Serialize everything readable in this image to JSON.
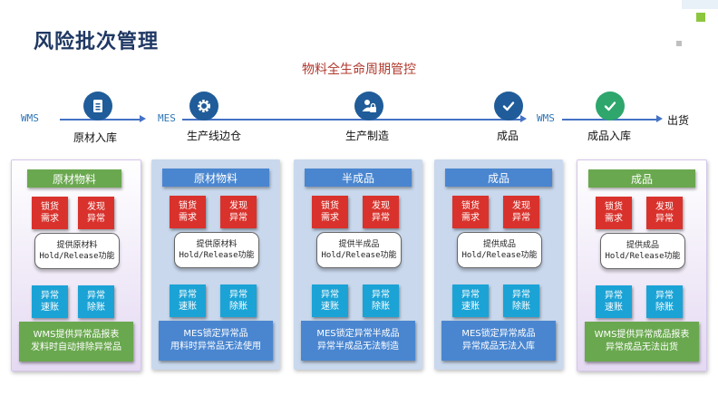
{
  "title": "风险批次管理",
  "subtitle": "物料全生命周期管控",
  "flow": {
    "systems": [
      "WMS",
      "MES",
      "WMS"
    ],
    "stages": [
      {
        "label": "原材入库",
        "icon": "document-icon",
        "color": "blue"
      },
      {
        "label": "生产线边仓",
        "icon": "gear-icon",
        "color": "blue"
      },
      {
        "label": "生产制造",
        "icon": "user-lock-icon",
        "color": "blue"
      },
      {
        "label": "成品",
        "icon": "check-icon",
        "color": "blue"
      },
      {
        "label": "成品入库",
        "icon": "check-icon",
        "color": "green"
      },
      {
        "label": "出货",
        "icon": "",
        "color": ""
      }
    ]
  },
  "columns": [
    {
      "header": "原材物料",
      "theme": "green",
      "lock": "锁货需求",
      "found": "发现异常",
      "hold": "提供原材料Hold/Release功能",
      "account": "异常速账",
      "remove": "异常除账",
      "footer_l1": "WMS提供异常品报表",
      "footer_l2": "发料时自动排除异常品"
    },
    {
      "header": "原材物料",
      "theme": "blue",
      "lock": "锁货需求",
      "found": "发现异常",
      "hold": "提供原材料Hold/Release功能",
      "account": "异常速账",
      "remove": "异常除账",
      "footer_l1": "MES锁定异常品",
      "footer_l2": "用料时异常品无法使用"
    },
    {
      "header": "半成品",
      "theme": "blue",
      "lock": "锁货需求",
      "found": "发现异常",
      "hold": "提供半成品Hold/Release功能",
      "account": "异常速账",
      "remove": "异常除账",
      "footer_l1": "MES锁定异常半成品",
      "footer_l2": "异常半成品无法制造"
    },
    {
      "header": "成品",
      "theme": "blue",
      "lock": "锁货需求",
      "found": "发现异常",
      "hold": "提供成品Hold/Release功能",
      "account": "异常速账",
      "remove": "异常除账",
      "footer_l1": "MES锁定异常成品",
      "footer_l2": "异常成品无法入库"
    },
    {
      "header": "成品",
      "theme": "green",
      "lock": "锁货需求",
      "found": "发现异常",
      "hold": "提供成品Hold/Release功能",
      "account": "异常速账",
      "remove": "异常除账",
      "footer_l1": "WMS提供异常成品报表",
      "footer_l2": "异常成品无法出货"
    }
  ],
  "colors": {
    "title": "#1f3864",
    "subtitle": "#b03a2e",
    "flow": "#4472c4",
    "red": "#d9322c",
    "cyan": "#1ba3d6",
    "green": "#6aa84f",
    "blue": "#4a86d0"
  }
}
